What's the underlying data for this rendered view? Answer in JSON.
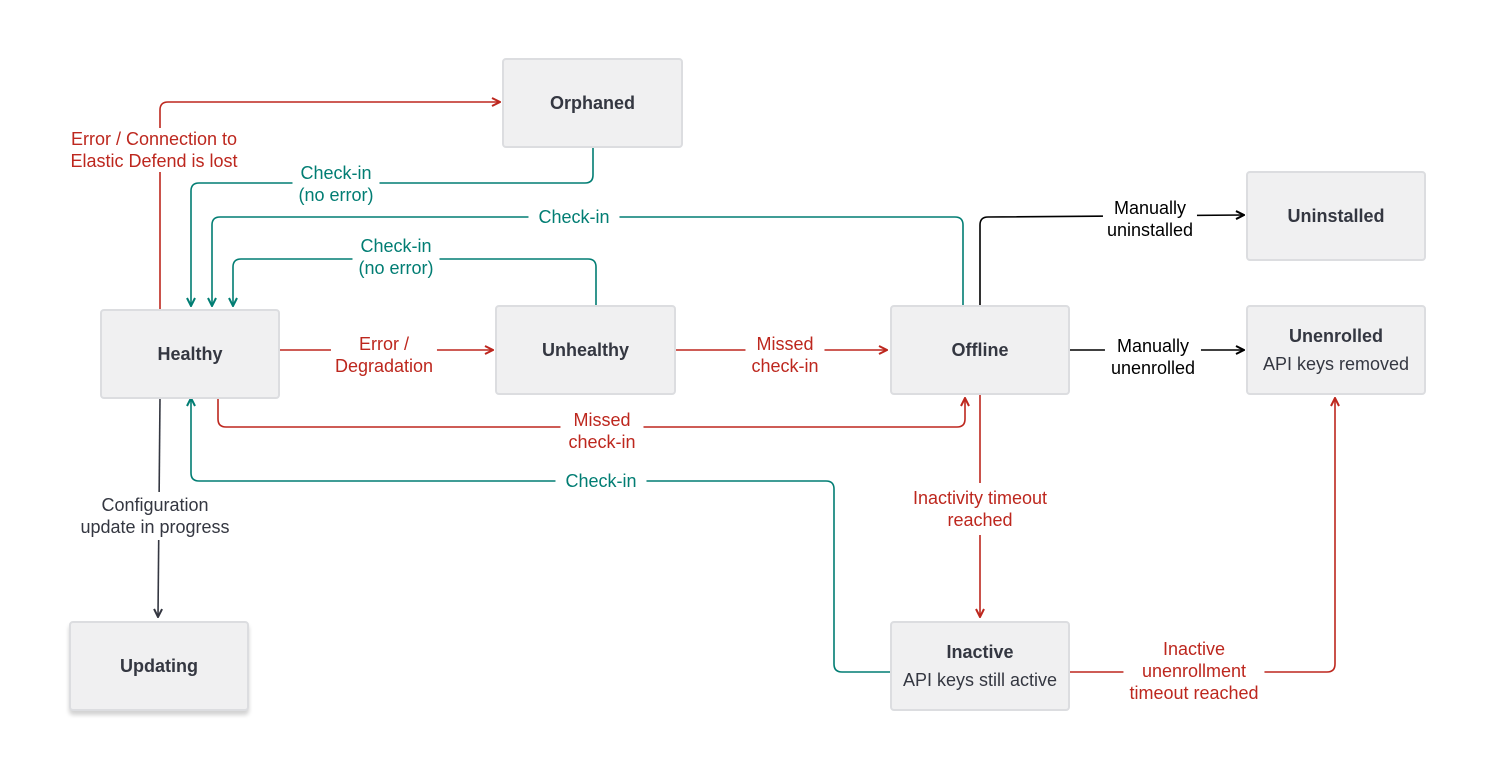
{
  "colors": {
    "error": "#bd271e",
    "checkin": "#017d73",
    "neutral": "#343741",
    "manual": "#000000",
    "node_fill": "#f0f0f1",
    "node_border": "#dcdde0"
  },
  "nodes": {
    "orphaned": {
      "title": "Orphaned"
    },
    "healthy": {
      "title": "Healthy"
    },
    "unhealthy": {
      "title": "Unhealthy"
    },
    "offline": {
      "title": "Offline"
    },
    "uninstalled": {
      "title": "Uninstalled"
    },
    "unenrolled": {
      "title": "Unenrolled",
      "sub": "API keys removed"
    },
    "updating": {
      "title": "Updating"
    },
    "inactive": {
      "title": "Inactive",
      "sub": "API keys still active"
    }
  },
  "edges": {
    "healthy_orphaned": {
      "line1": "Error / Connection to",
      "line2": "Elastic Defend is lost"
    },
    "orphaned_healthy": {
      "line1": "Check-in",
      "line2": "(no error)"
    },
    "offline_healthy": {
      "line1": "Check-in"
    },
    "unhealthy_healthy": {
      "line1": "Check-in",
      "line2": "(no error)"
    },
    "healthy_unhealthy": {
      "line1": "Error /",
      "line2": "Degradation"
    },
    "unhealthy_offline": {
      "line1": "Missed",
      "line2": "check-in"
    },
    "healthy_offline": {
      "line1": "Missed",
      "line2": "check-in"
    },
    "inactive_healthy": {
      "line1": "Check-in"
    },
    "healthy_updating": {
      "line1": "Configuration",
      "line2": "update in progress"
    },
    "offline_uninstalled": {
      "line1": "Manually",
      "line2": "uninstalled"
    },
    "offline_unenrolled": {
      "line1": "Manually",
      "line2": "unenrolled"
    },
    "offline_inactive": {
      "line1": "Inactivity timeout",
      "line2": "reached"
    },
    "inactive_unenrolled": {
      "line1": "Inactive",
      "line2": "unenrollment",
      "line3": "timeout reached"
    }
  }
}
